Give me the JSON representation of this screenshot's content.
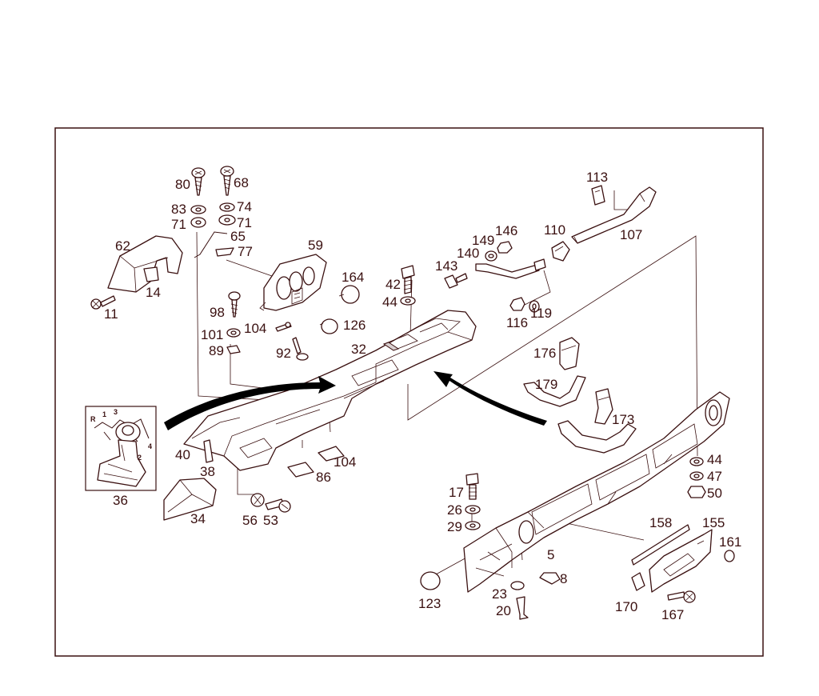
{
  "colors": {
    "ink": "#3a1010",
    "background": "#ffffff",
    "arrow": "#000000"
  },
  "labels": {
    "l80": "80",
    "l68": "68",
    "l83": "83",
    "l74": "74",
    "l71a": "71",
    "l71b": "71",
    "l65": "65",
    "l77": "77",
    "l62": "62",
    "l14": "14",
    "l11": "11",
    "l59": "59",
    "l164": "164",
    "l98": "98",
    "l104a": "104",
    "l126": "126",
    "l101": "101",
    "l89": "89",
    "l92": "92",
    "l32": "32",
    "l42": "42",
    "l44a": "44",
    "l143": "143",
    "l140": "140",
    "l149": "149",
    "l146": "146",
    "l110": "110",
    "l113": "113",
    "l107": "107",
    "l116": "116",
    "l119": "119",
    "l176": "176",
    "l179": "179",
    "l173": "173",
    "l40": "40",
    "l38": "38",
    "l104b": "104",
    "l86": "86",
    "l36": "36",
    "l34": "34",
    "l56": "56",
    "l53": "53",
    "l17": "17",
    "l26": "26",
    "l29": "29",
    "l44b": "44",
    "l47": "47",
    "l50": "50",
    "l158": "158",
    "l155": "155",
    "l161": "161",
    "l5": "5",
    "l8": "8",
    "l123": "123",
    "l23": "23",
    "l20": "20",
    "l170": "170",
    "l167": "167"
  },
  "shift_pattern": {
    "r": "R",
    "g1": "1",
    "g2": "2",
    "g3": "3",
    "g4": "4"
  }
}
